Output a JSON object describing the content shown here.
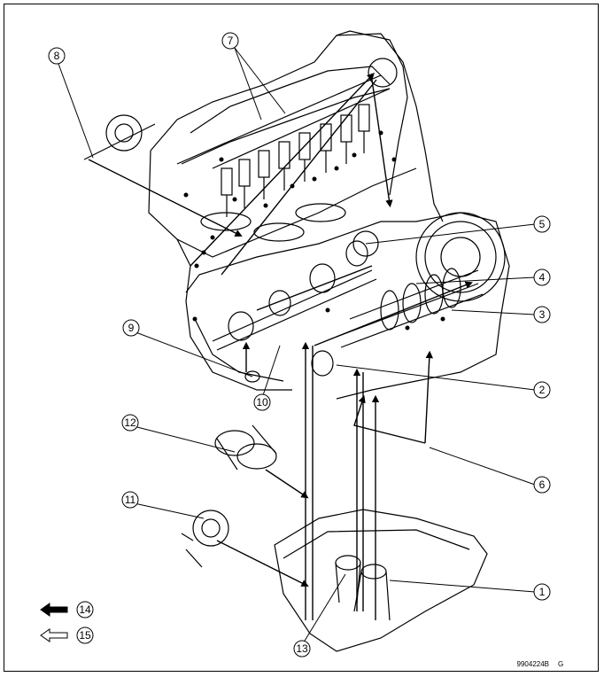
{
  "diagram": {
    "callouts": [
      {
        "id": "c1",
        "label": "1"
      },
      {
        "id": "c2",
        "label": "2"
      },
      {
        "id": "c3",
        "label": "3"
      },
      {
        "id": "c4",
        "label": "4"
      },
      {
        "id": "c5",
        "label": "5"
      },
      {
        "id": "c6",
        "label": "6"
      },
      {
        "id": "c7",
        "label": "7"
      },
      {
        "id": "c8",
        "label": "8"
      },
      {
        "id": "c9",
        "label": "9"
      },
      {
        "id": "c10",
        "label": "10"
      },
      {
        "id": "c11",
        "label": "11"
      },
      {
        "id": "c12",
        "label": "12"
      },
      {
        "id": "c13",
        "label": "13"
      }
    ],
    "legend": [
      {
        "id": "l14",
        "label": "14",
        "arrow_style": "filled"
      },
      {
        "id": "l15",
        "label": "15",
        "arrow_style": "outline"
      }
    ],
    "figure_code": "9904224B",
    "figure_suffix": "G"
  },
  "colors": {
    "ink": "#000000",
    "background": "#ffffff"
  }
}
